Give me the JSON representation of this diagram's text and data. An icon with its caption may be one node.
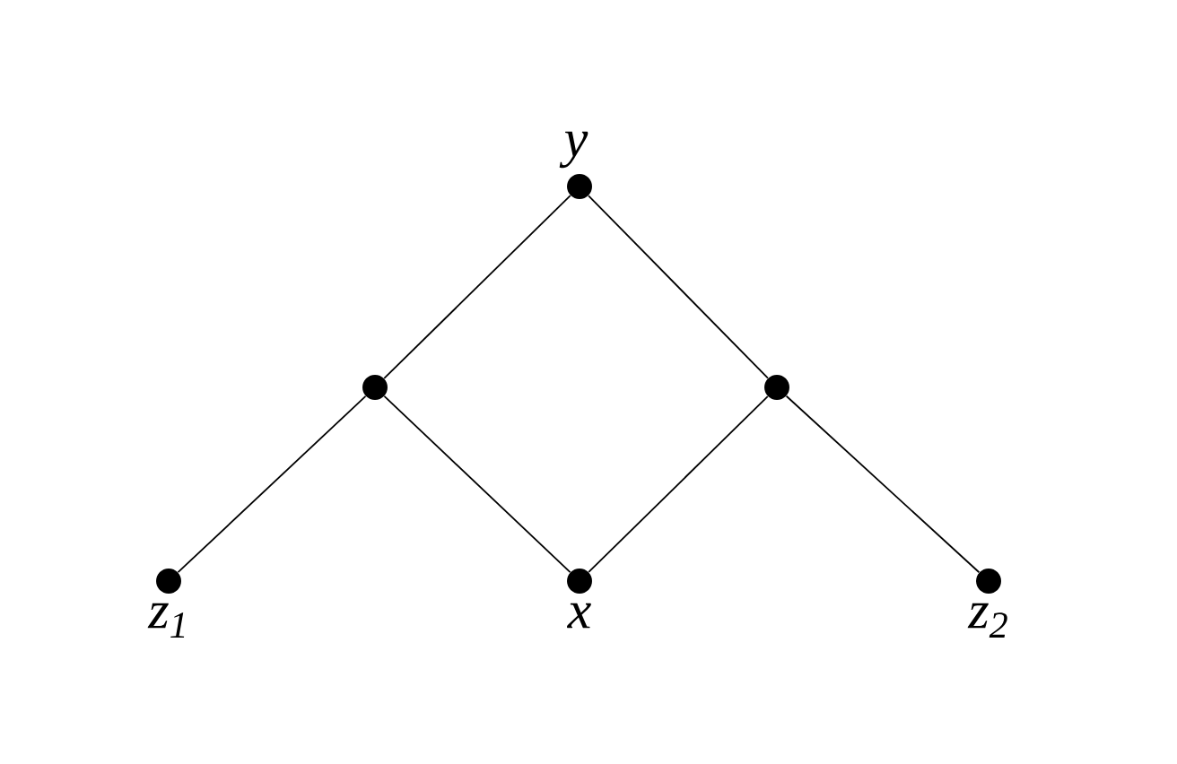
{
  "diagram": {
    "nodes": [
      {
        "text": [],
        "shape": "circle",
        "beside": [
          "y"
        ]
      },
      {
        "text": [],
        "shape": "circle"
      },
      {
        "text": [],
        "shape": "circle"
      },
      {
        "text": [],
        "shape": "circle",
        "beside": [
          "z$_{1}$"
        ]
      },
      {
        "text": [],
        "shape": "circle",
        "beside": [
          "x"
        ]
      },
      {
        "text": [],
        "shape": "circle",
        "beside": [
          "z$_{2}$"
        ]
      }
    ],
    "edges": [
      {
        "from": 0,
        "to": 1,
        "arrow": "none"
      },
      {
        "from": 0,
        "to": 2,
        "arrow": "none"
      },
      {
        "from": 1,
        "to": 3,
        "arrow": "none"
      },
      {
        "from": 1,
        "to": 4,
        "arrow": "none"
      },
      {
        "from": 2,
        "to": 4,
        "arrow": "none"
      },
      {
        "from": 2,
        "to": 5,
        "arrow": "none"
      }
    ]
  }
}
